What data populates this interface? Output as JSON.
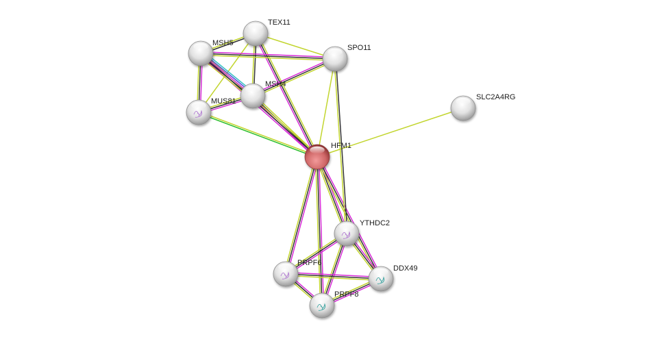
{
  "title": "STRING protein interaction network",
  "query_node": "HFM1",
  "edge_colors": {
    "neighborhood": "#2fbf2f",
    "experiments": "#d62ad6",
    "textmining": "#c2d52e",
    "coexpression": "#333333",
    "database": "#30c0c0",
    "homology": "#4e4ed8"
  },
  "nodes": [
    {
      "id": "HFM1",
      "label": "HFM1",
      "query": true,
      "color": "#d66a6a"
    },
    {
      "id": "TEX11",
      "label": "TEX11"
    },
    {
      "id": "MSH5",
      "label": "MSH5"
    },
    {
      "id": "SPO11",
      "label": "SPO11"
    },
    {
      "id": "MSH4",
      "label": "MSH4"
    },
    {
      "id": "MUS81",
      "label": "MUS81",
      "structure": true
    },
    {
      "id": "SLC2A4RG",
      "label": "SLC2A4RG"
    },
    {
      "id": "YTHDC2",
      "label": "YTHDC2",
      "structure": true
    },
    {
      "id": "PRPF6",
      "label": "PRPF6",
      "structure": true
    },
    {
      "id": "DDX49",
      "label": "DDX49",
      "structure": true
    },
    {
      "id": "PRPF8",
      "label": "PRPF8",
      "structure": true
    }
  ],
  "edges": [
    {
      "a": "HFM1",
      "b": "MSH4",
      "types": [
        "experiments",
        "coexpression",
        "textmining"
      ]
    },
    {
      "a": "HFM1",
      "b": "MSH5",
      "types": [
        "experiments",
        "coexpression",
        "textmining"
      ]
    },
    {
      "a": "HFM1",
      "b": "TEX11",
      "types": [
        "experiments",
        "coexpression",
        "textmining"
      ]
    },
    {
      "a": "HFM1",
      "b": "SPO11",
      "types": [
        "textmining"
      ]
    },
    {
      "a": "HFM1",
      "b": "MUS81",
      "types": [
        "neighborhood",
        "textmining"
      ]
    },
    {
      "a": "HFM1",
      "b": "SLC2A4RG",
      "types": [
        "textmining"
      ]
    },
    {
      "a": "HFM1",
      "b": "YTHDC2",
      "types": [
        "experiments",
        "coexpression",
        "textmining"
      ]
    },
    {
      "a": "HFM1",
      "b": "PRPF6",
      "types": [
        "experiments",
        "coexpression",
        "textmining"
      ]
    },
    {
      "a": "HFM1",
      "b": "DDX49",
      "types": [
        "experiments",
        "coexpression",
        "textmining"
      ]
    },
    {
      "a": "HFM1",
      "b": "PRPF8",
      "types": [
        "experiments",
        "coexpression",
        "textmining"
      ]
    },
    {
      "a": "TEX11",
      "b": "MSH5",
      "types": [
        "coexpression",
        "textmining"
      ]
    },
    {
      "a": "TEX11",
      "b": "SPO11",
      "types": [
        "textmining"
      ]
    },
    {
      "a": "TEX11",
      "b": "MSH4",
      "types": [
        "coexpression",
        "textmining"
      ]
    },
    {
      "a": "TEX11",
      "b": "MUS81",
      "types": [
        "textmining"
      ]
    },
    {
      "a": "MSH5",
      "b": "SPO11",
      "types": [
        "experiments",
        "coexpression",
        "textmining"
      ]
    },
    {
      "a": "MSH5",
      "b": "MSH4",
      "types": [
        "database",
        "homology",
        "experiments",
        "coexpression",
        "textmining"
      ]
    },
    {
      "a": "MSH5",
      "b": "MUS81",
      "types": [
        "experiments",
        "coexpression",
        "textmining"
      ]
    },
    {
      "a": "MSH4",
      "b": "SPO11",
      "types": [
        "experiments",
        "coexpression",
        "textmining"
      ]
    },
    {
      "a": "MSH4",
      "b": "MUS81",
      "types": [
        "experiments",
        "coexpression",
        "textmining"
      ]
    },
    {
      "a": "SPO11",
      "b": "YTHDC2",
      "types": [
        "coexpression",
        "textmining"
      ]
    },
    {
      "a": "YTHDC2",
      "b": "PRPF6",
      "types": [
        "experiments",
        "coexpression",
        "textmining"
      ]
    },
    {
      "a": "YTHDC2",
      "b": "DDX49",
      "types": [
        "experiments",
        "coexpression",
        "textmining"
      ]
    },
    {
      "a": "YTHDC2",
      "b": "PRPF8",
      "types": [
        "experiments",
        "coexpression",
        "textmining"
      ]
    },
    {
      "a": "PRPF6",
      "b": "DDX49",
      "types": [
        "experiments",
        "coexpression",
        "textmining"
      ]
    },
    {
      "a": "PRPF6",
      "b": "PRPF8",
      "types": [
        "experiments",
        "coexpression",
        "textmining"
      ]
    },
    {
      "a": "DDX49",
      "b": "PRPF8",
      "types": [
        "experiments",
        "coexpression",
        "textmining"
      ]
    }
  ]
}
